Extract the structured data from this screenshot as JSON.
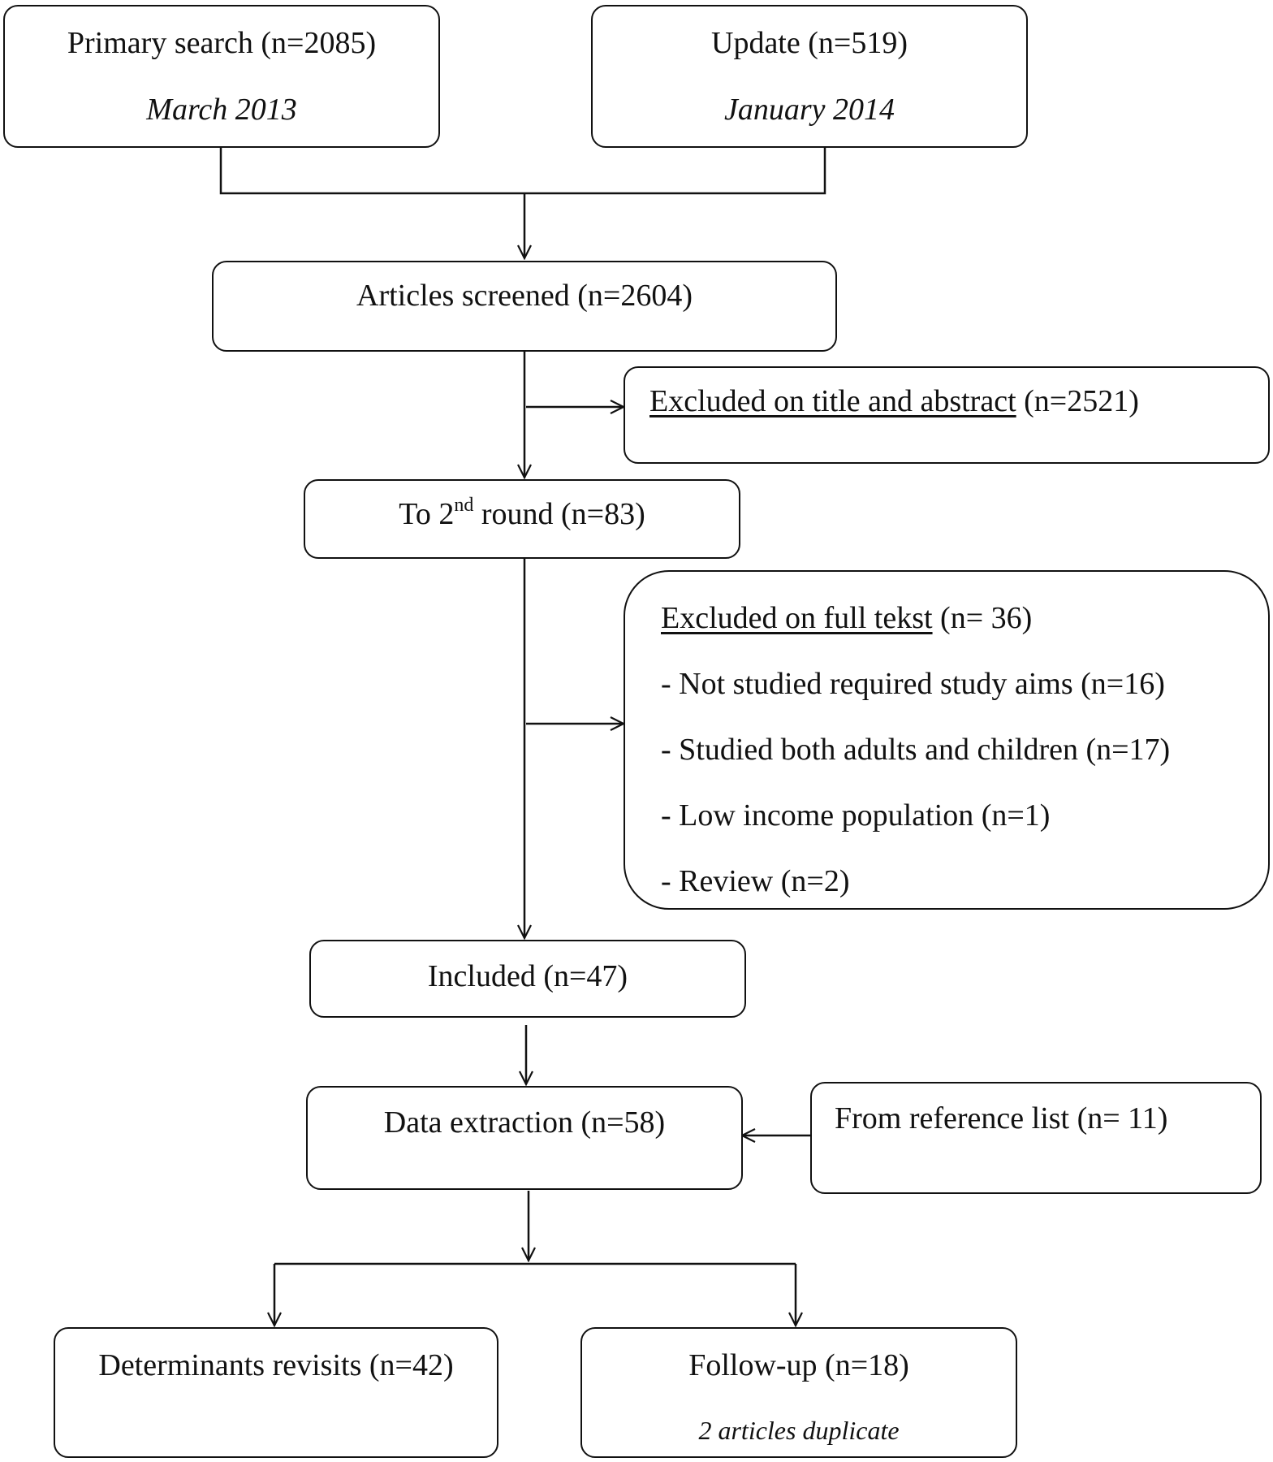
{
  "boxes": {
    "primary_search": {
      "title": "Primary search (n=2085)",
      "date": "March 2013"
    },
    "update": {
      "title": "Update (n=519)",
      "date": "January 2014"
    },
    "articles_screened": {
      "title": "Articles screened (n=2604)"
    },
    "excluded_title_abstract": {
      "label": "Excluded on title and abstract",
      "count": " (n=2521)"
    },
    "second_round": {
      "prefix": "To 2",
      "sup": "nd",
      "suffix": " round (n=83)"
    },
    "excluded_full_text": {
      "label": "Excluded on full tekst",
      "count": " (n= 36)",
      "reasons": [
        "- Not studied required study aims (n=16)",
        "- Studied  both adults and children  (n=17)",
        "- Low income population  (n=1)",
        "- Review (n=2)"
      ]
    },
    "included": {
      "title": "Included  (n=47)"
    },
    "data_extraction": {
      "title": "Data extraction (n=58)"
    },
    "reference_list": {
      "title": "From reference list (n= 11)"
    },
    "determinants": {
      "title": "Determinants revisits  (n=42)"
    },
    "follow_up": {
      "title": "Follow-up  (n=18)",
      "note": "2 articles duplicate"
    }
  }
}
